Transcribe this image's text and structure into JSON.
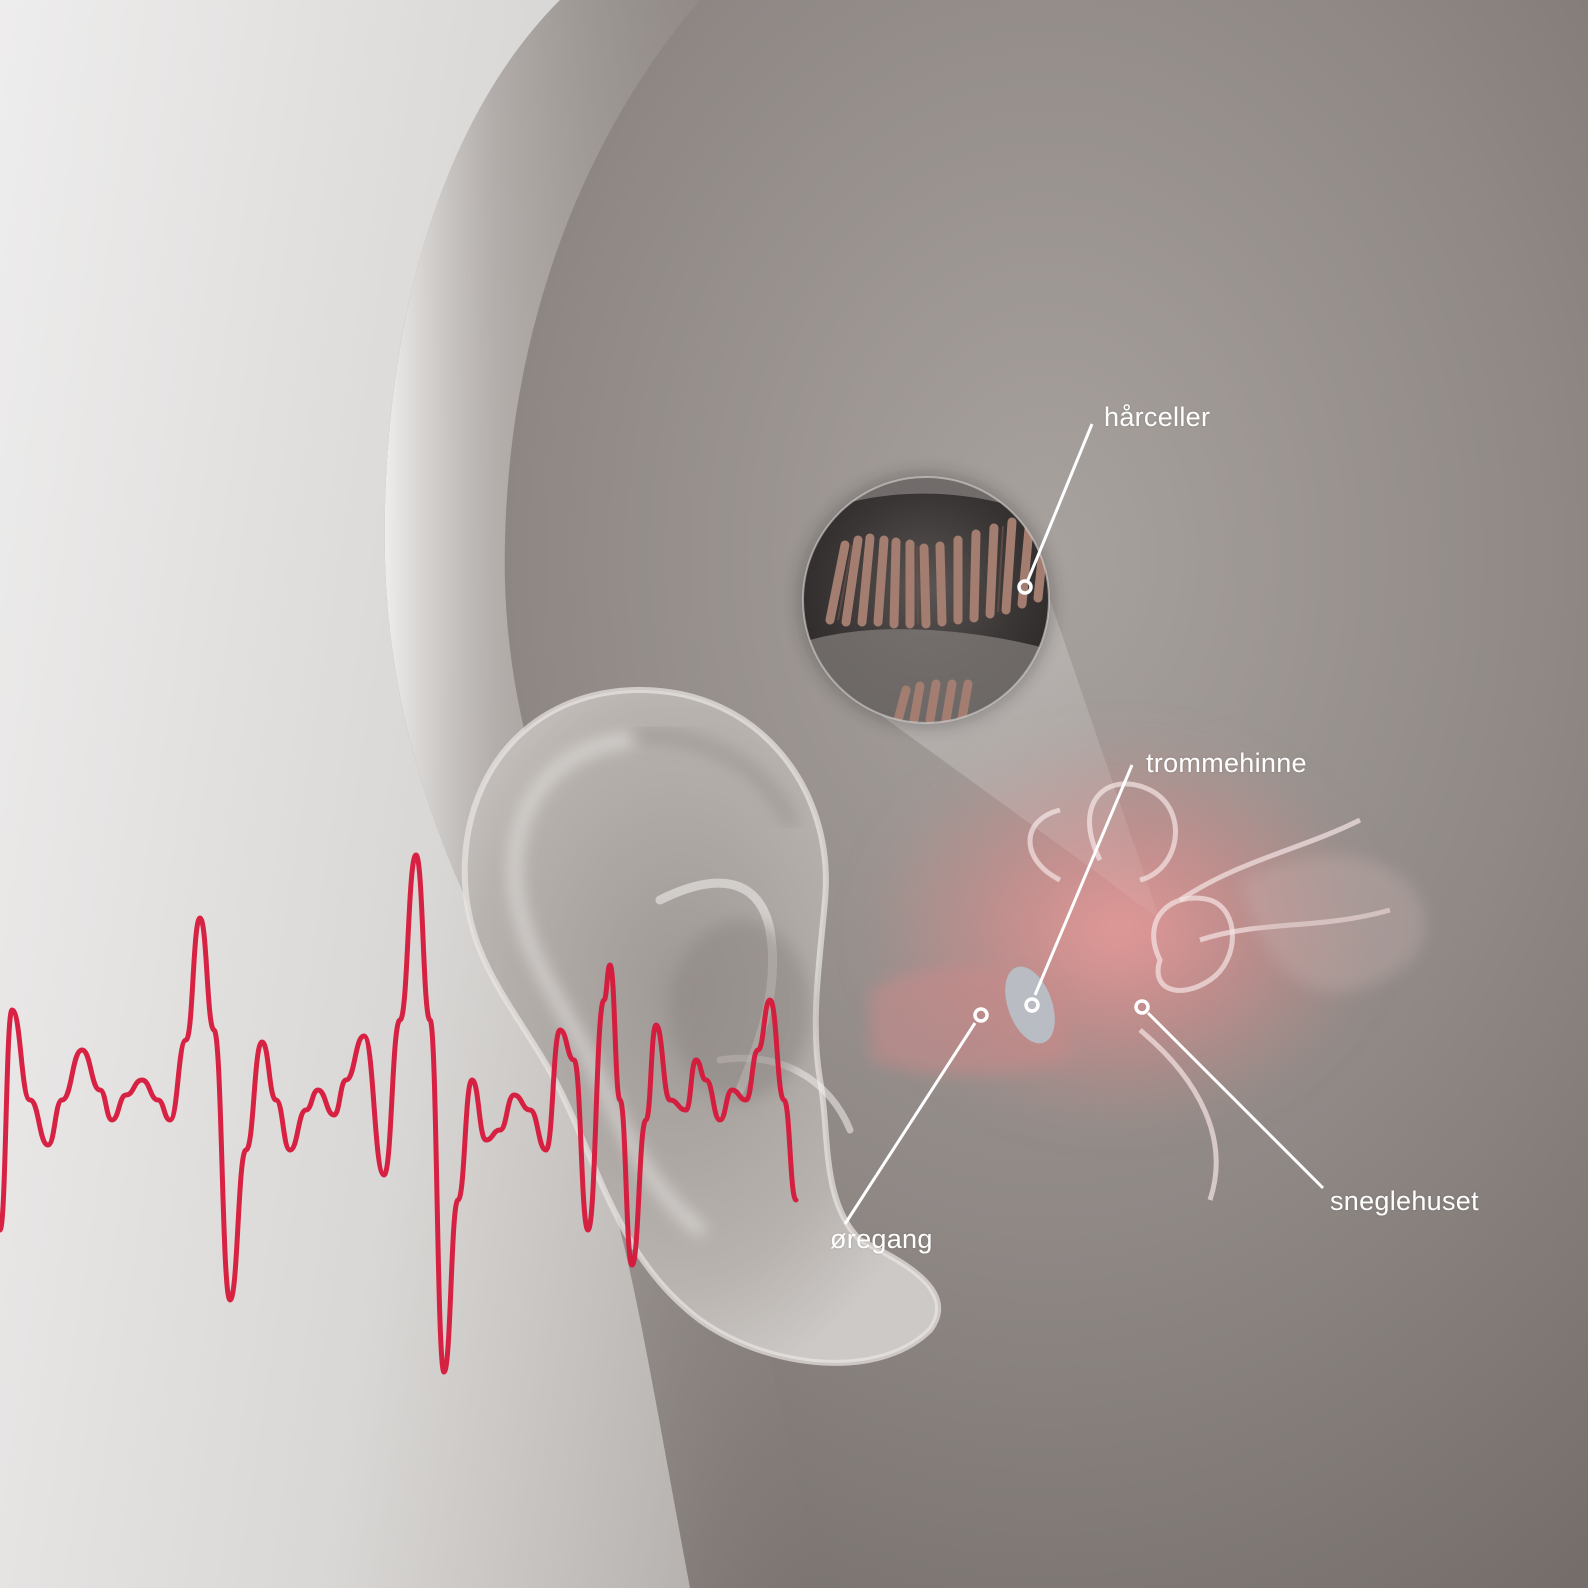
{
  "labels": {
    "hair_cells": "hårceller",
    "eardrum": "trommehinne",
    "cochlea": "sneglehuset",
    "ear_canal": "øregang"
  },
  "colors": {
    "sound_wave": "#d7173a",
    "background_light": "#ecebea",
    "background_dark": "#7a7370",
    "leader_line": "#ffffff",
    "inner_ear_glow": "#e8a0a0",
    "hair_cell_tint": "#a07a6e"
  },
  "icons": {
    "pointer_marker": "hollow-circle-marker-icon"
  }
}
